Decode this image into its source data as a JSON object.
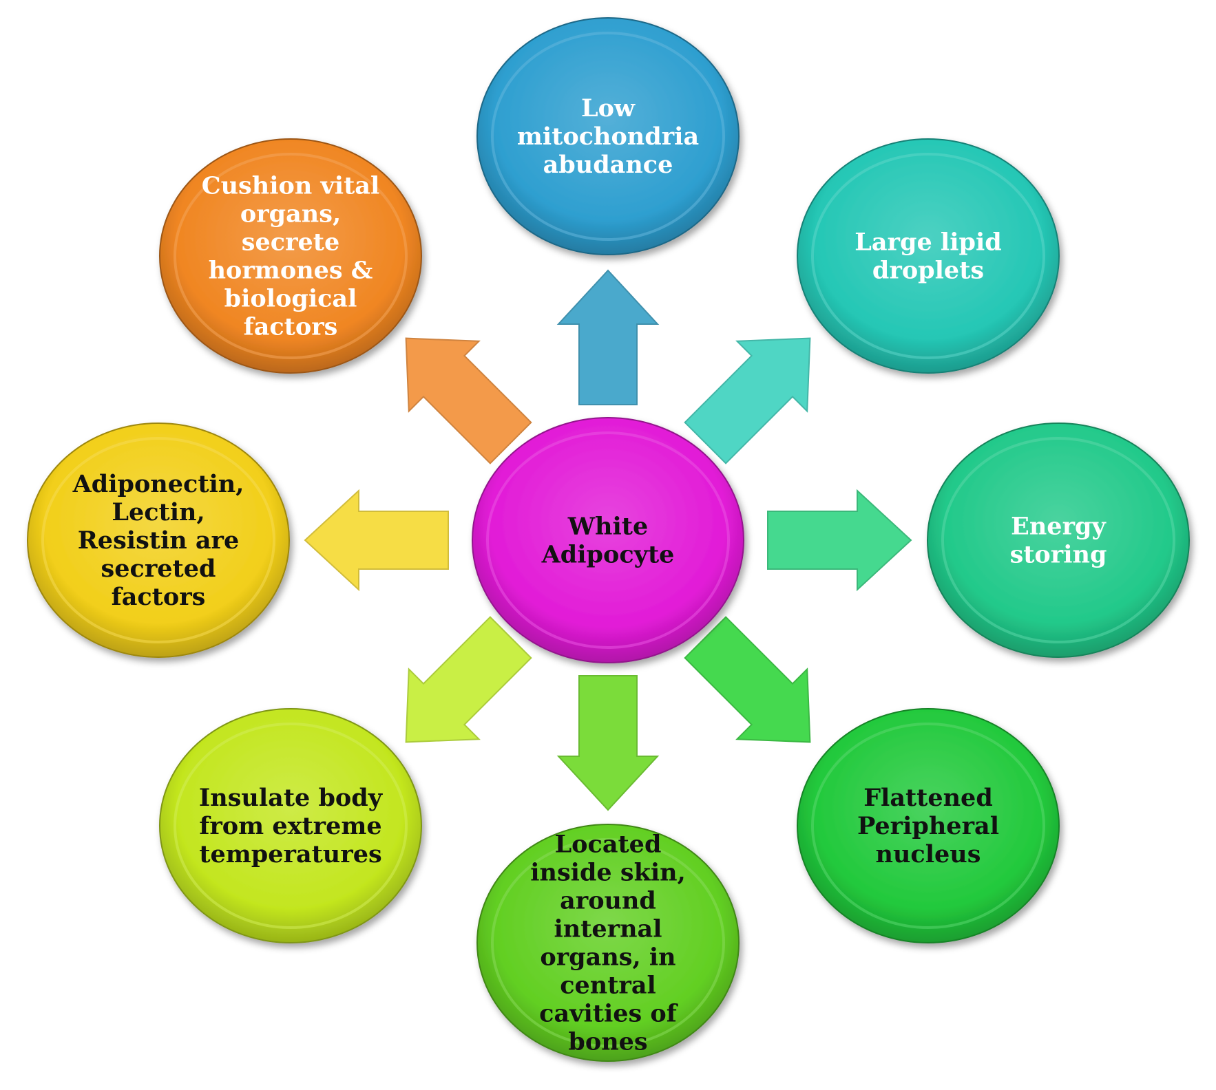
{
  "center": {
    "lines": [
      "White",
      "Adipocyte"
    ],
    "color": "#e21bd7",
    "text_color": "#111111"
  },
  "nodes": [
    {
      "id": "low-mitochondria",
      "lines": [
        "Low",
        "mitochondria",
        "abudance"
      ],
      "color": "#2e9fd0",
      "text_color": "#ffffff"
    },
    {
      "id": "large-lipid-droplets",
      "lines": [
        "Large lipid",
        "droplets"
      ],
      "color": "#25c7b5",
      "text_color": "#ffffff"
    },
    {
      "id": "energy-storing",
      "lines": [
        "Energy",
        "storing"
      ],
      "color": "#22c98a",
      "text_color": "#ffffff"
    },
    {
      "id": "flattened-peripheral-nucleus",
      "lines": [
        "Flattened",
        "Peripheral",
        "nucleus"
      ],
      "color": "#22c93c",
      "text_color": "#111111"
    },
    {
      "id": "located-inside-skin",
      "lines": [
        "Located",
        "inside skin,",
        "around",
        "internal",
        "organs, in",
        "central",
        "cavities of",
        "bones"
      ],
      "color": "#62cf22",
      "text_color": "#111111"
    },
    {
      "id": "insulate-body",
      "lines": [
        "Insulate body",
        "from extreme",
        "temperatures"
      ],
      "color": "#c3e61f",
      "text_color": "#111111"
    },
    {
      "id": "secreted-factors",
      "lines": [
        "Adiponectin,",
        "Lectin,",
        "Resistin are",
        "secreted",
        "factors"
      ],
      "color": "#f2cf1a",
      "text_color": "#111111"
    },
    {
      "id": "cushion-vital-organs",
      "lines": [
        "Cushion vital",
        "organs,",
        "secrete",
        "hormones &",
        "biological",
        "factors"
      ],
      "color": "#f08622",
      "text_color": "#ffffff"
    }
  ],
  "arrows": [
    {
      "id": "up",
      "color": "#4aa9cc"
    },
    {
      "id": "up-right",
      "color": "#4fd6c4"
    },
    {
      "id": "right",
      "color": "#45d98f"
    },
    {
      "id": "down-right",
      "color": "#45d94f"
    },
    {
      "id": "down",
      "color": "#7bdc3a"
    },
    {
      "id": "down-left",
      "color": "#c9ef45"
    },
    {
      "id": "left",
      "color": "#f6dd45"
    },
    {
      "id": "up-left",
      "color": "#f39a4a"
    }
  ]
}
